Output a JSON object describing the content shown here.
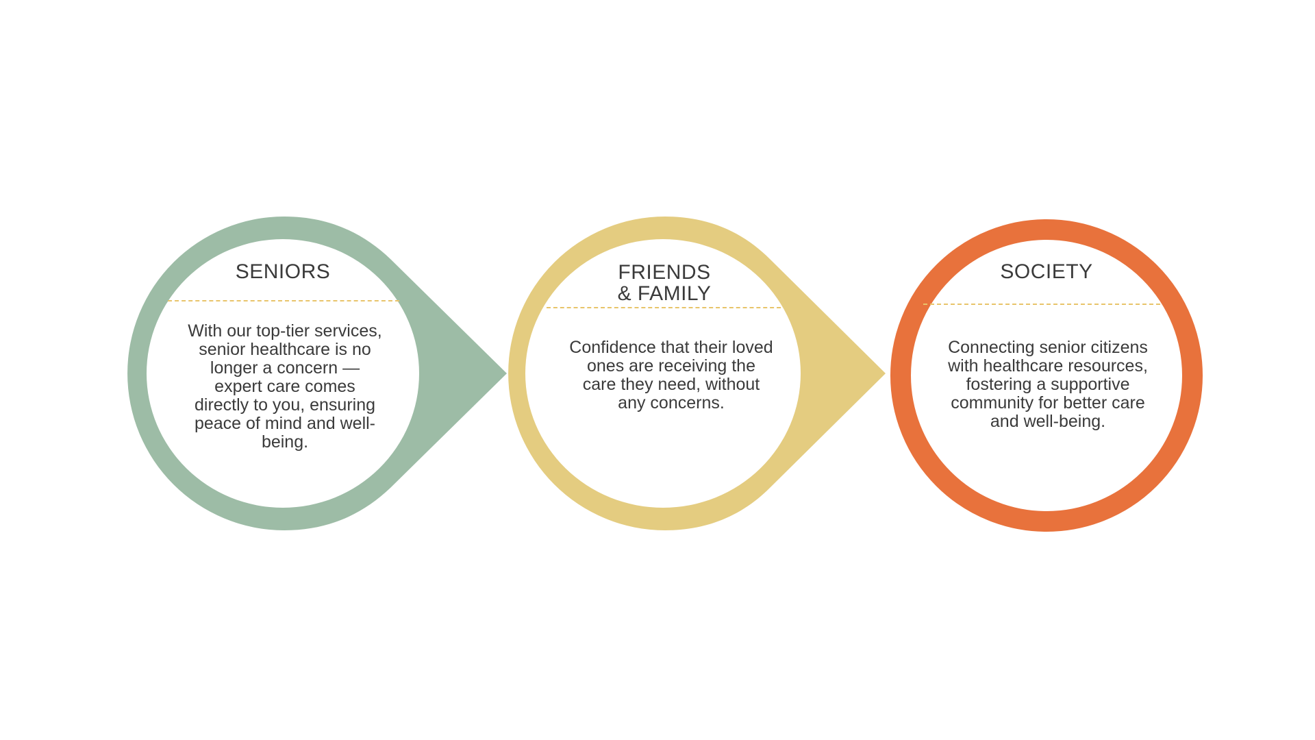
{
  "colors": {
    "seniors": "#9dbca6",
    "friends_family": "#e4cc80",
    "society": "#e8723c",
    "divider": "#e8c46a",
    "text": "#3a3a3a"
  },
  "steps": [
    {
      "title": "SENIORS",
      "text": "With our top-tier services, senior healthcare is no longer a concern — expert care comes directly to you, ensuring peace of mind and well-being."
    },
    {
      "title": "FRIENDS\n& FAMILY",
      "text": "Confidence that their loved ones are receiving the care they need, without any concerns."
    },
    {
      "title": "SOCIETY",
      "text": "Connecting senior citizens with healthcare resources, fostering a supportive community for better care and well-being."
    }
  ]
}
